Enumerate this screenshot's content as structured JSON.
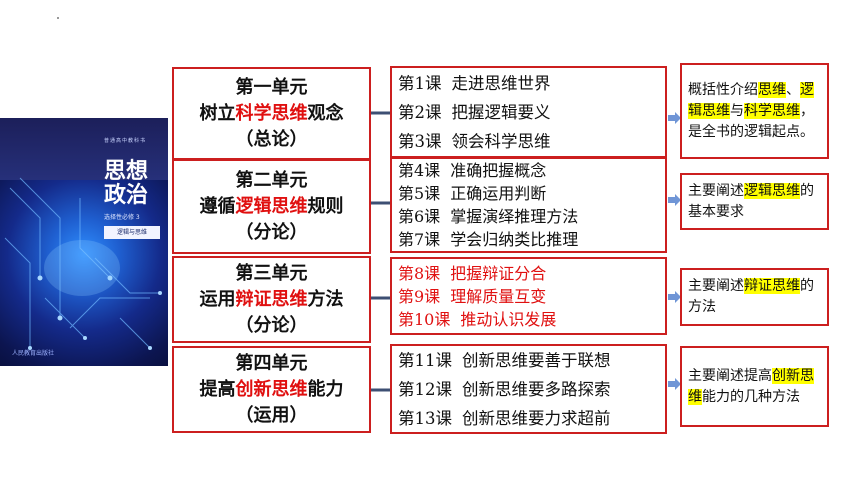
{
  "cover": {
    "publisher": "普通高中教科书",
    "title": "思想\n政治",
    "subtitle": "选择性必修 3",
    "tag": "逻辑与思维",
    "bottom": "人民教育出版社"
  },
  "units": [
    {
      "name": "第一单元",
      "pre": "树立",
      "hl": "科学思维",
      "post": "观念",
      "kind": "（总论）",
      "lessons": [
        {
          "no": "第1课",
          "title": "走进思维世界"
        },
        {
          "no": "第2课",
          "title": "把握逻辑要义"
        },
        {
          "no": "第3课",
          "title": "领会科学思维"
        }
      ],
      "desc": [
        {
          "t": "概括性介绍",
          "m": false
        },
        {
          "t": "思维",
          "m": true
        },
        {
          "t": "、",
          "m": false
        },
        {
          "t": "逻辑思维",
          "m": true
        },
        {
          "t": "与",
          "m": false
        },
        {
          "t": "科学思维",
          "m": true
        },
        {
          "t": "，是全书的逻辑起点。",
          "m": false
        }
      ]
    },
    {
      "name": "第二单元",
      "pre": "遵循",
      "hl": "逻辑思维",
      "post": "规则",
      "kind": "（分论）",
      "lessons": [
        {
          "no": "第4课",
          "title": "准确把握概念"
        },
        {
          "no": "第5课",
          "title": "正确运用判断"
        },
        {
          "no": "第6课",
          "title": "掌握演绎推理方法"
        },
        {
          "no": "第7课",
          "title": "学会归纳类比推理"
        }
      ],
      "desc": [
        {
          "t": "主要阐述",
          "m": false
        },
        {
          "t": "逻辑思维",
          "m": true
        },
        {
          "t": "的基本要求",
          "m": false
        }
      ]
    },
    {
      "name": "第三单元",
      "pre": "运用",
      "hl": "辩证思维",
      "post": "方法",
      "kind": "（分论）",
      "lessons": [
        {
          "no": "第8课",
          "title": "把握辩证分合"
        },
        {
          "no": "第9课",
          "title": "理解质量互变"
        },
        {
          "no": "第10课",
          "title": "推动认识发展"
        }
      ],
      "desc": [
        {
          "t": "主要阐述",
          "m": false
        },
        {
          "t": "辩证思维",
          "m": true
        },
        {
          "t": "的方法",
          "m": false
        }
      ]
    },
    {
      "name": "第四单元",
      "pre": "提高",
      "hl": "创新思维",
      "post": "能力",
      "kind": "（运用）",
      "lessons": [
        {
          "no": "第11课",
          "title": "创新思维要善于联想"
        },
        {
          "no": "第12课",
          "title": "创新思维要多路探索"
        },
        {
          "no": "第13课",
          "title": "创新思维要力求超前"
        }
      ],
      "desc": [
        {
          "t": "主要阐述提高",
          "m": false
        },
        {
          "t": "创新思维",
          "m": true
        },
        {
          "t": "能力的几种方法",
          "m": false
        }
      ]
    }
  ]
}
